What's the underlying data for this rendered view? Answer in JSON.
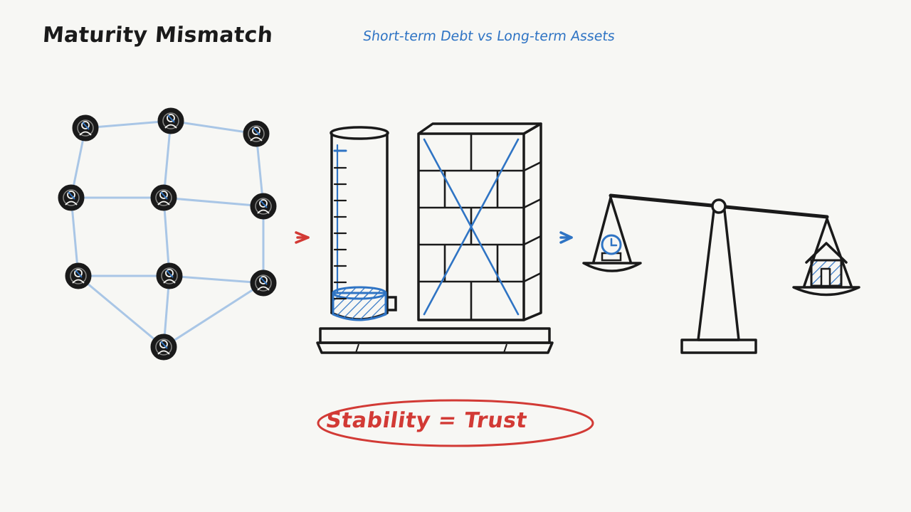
{
  "header": {
    "title": "Maturity Mismatch",
    "subtitle": "Short-term Debt vs Long-term Assets"
  },
  "conclusion": {
    "text": "Stability = Trust"
  },
  "colors": {
    "ink": "#1a1a1a",
    "blue": "#2f74c4",
    "light_blue": "#a9c6e6",
    "red": "#d23a35",
    "background": "#f7f7f4"
  },
  "icons": {
    "depositor": "person-icon",
    "scale_left_item": "clock-icon",
    "scale_right_item": "house-icon",
    "flow_arrow": "arrow-right-icon"
  }
}
